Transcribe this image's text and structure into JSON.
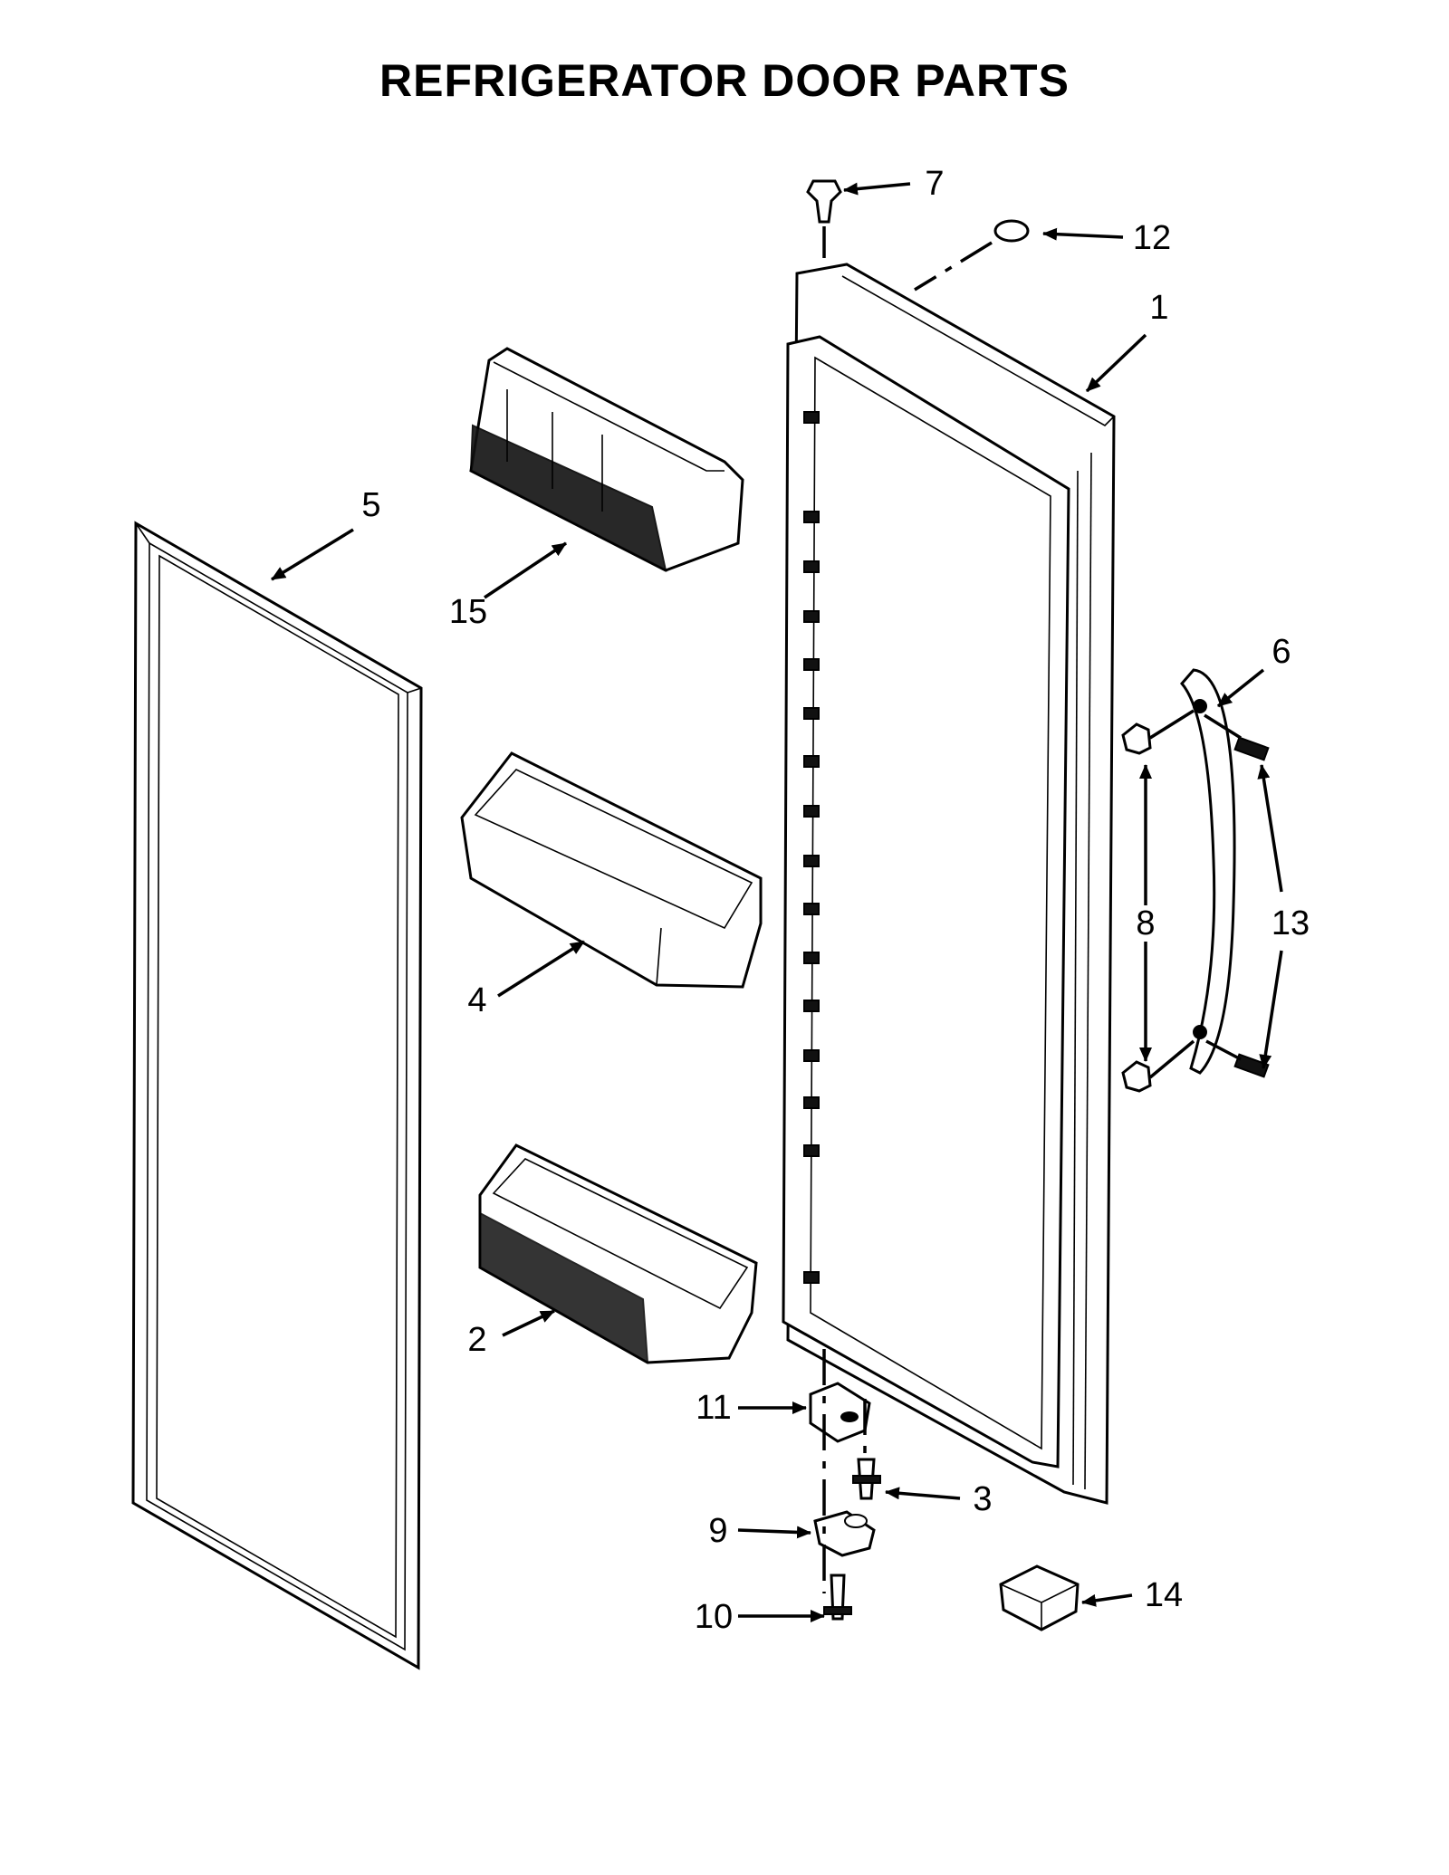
{
  "title": "REFRIGERATOR DOOR PARTS",
  "callouts": [
    "1",
    "2",
    "3",
    "4",
    "5",
    "6",
    "7",
    "8",
    "9",
    "10",
    "11",
    "12",
    "13",
    "14",
    "15"
  ]
}
